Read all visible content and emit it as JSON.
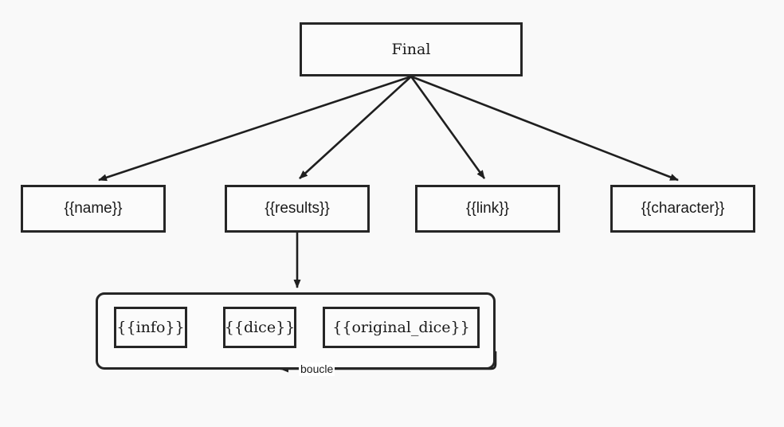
{
  "diagram": {
    "type": "flowchart",
    "background_color": "#f9f9f9",
    "stroke_color": "#262626",
    "node_fill": "#fbfbfb",
    "root": {
      "label": "Final"
    },
    "children": [
      {
        "label": "{{name}}"
      },
      {
        "label": "{{results}}"
      },
      {
        "label": "{{link}}"
      },
      {
        "label": "{{character}}"
      }
    ],
    "subgraph": {
      "nodes": [
        {
          "label": "{{info}}"
        },
        {
          "label": "{{dice}}"
        },
        {
          "label": "{{original_dice}}"
        }
      ],
      "loop_edge_label": "boucle"
    }
  }
}
